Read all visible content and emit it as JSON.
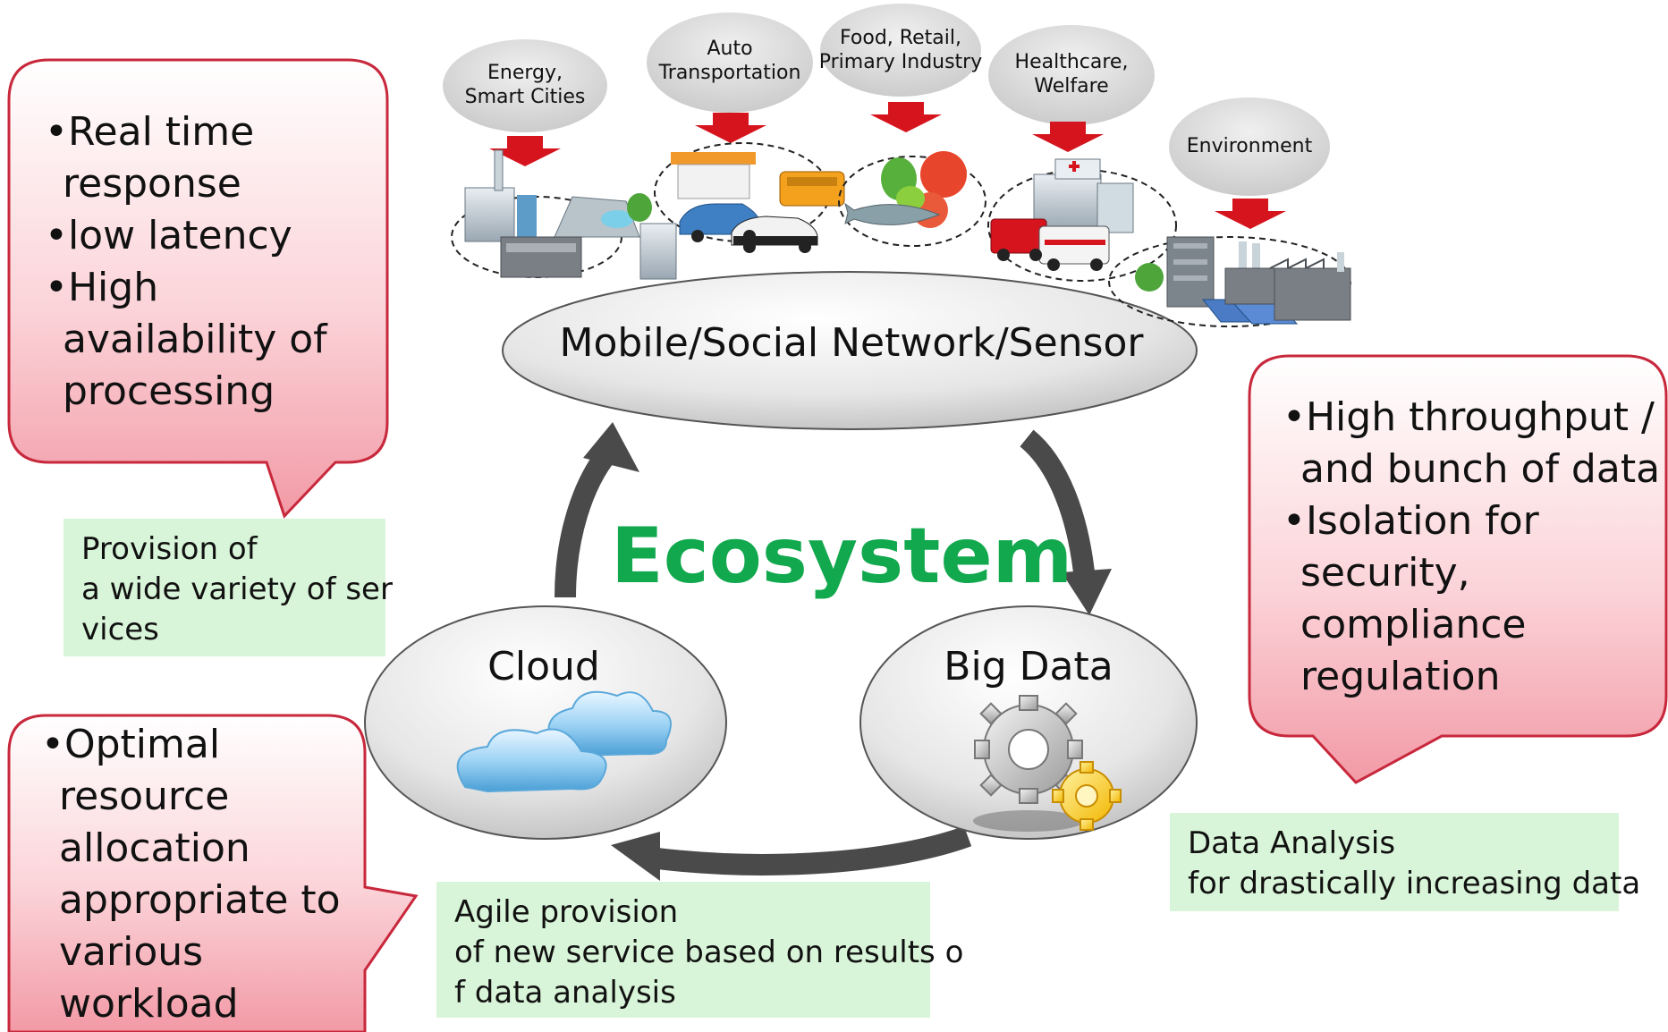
{
  "title": "Ecosystem",
  "hub": {
    "label": "Mobile/Social Network/Sensor"
  },
  "nodes": {
    "cloud": "Cloud",
    "big_data": "Big Data"
  },
  "sectors": [
    {
      "id": "energy",
      "lines": [
        "Energy,",
        "Smart Cities"
      ]
    },
    {
      "id": "auto",
      "lines": [
        "Auto",
        "Transportation"
      ]
    },
    {
      "id": "food",
      "lines": [
        "Food, Retail,",
        "Primary Industry"
      ]
    },
    {
      "id": "health",
      "lines": [
        "Healthcare,",
        "Welfare"
      ]
    },
    {
      "id": "environment",
      "lines": [
        "Environment"
      ]
    }
  ],
  "callouts": {
    "top_left": [
      "•Real time",
      "response",
      "•low latency",
      "•High",
      "availability of",
      "processing"
    ],
    "right": [
      "•High throughput /",
      "and bunch of data",
      "•Isolation for",
      "security,",
      "compliance",
      "regulation"
    ],
    "bottom_left": [
      "•Optimal",
      "resource",
      "allocation",
      "appropriate to",
      "various",
      "workload"
    ]
  },
  "notes": {
    "services": [
      "Provision of",
      "a wide variety of ser",
      "vices"
    ],
    "analysis": [
      "Data Analysis",
      "for drastically increasing data"
    ],
    "agile": [
      "Agile provision",
      "of new service based on results o",
      "f data analysis"
    ]
  },
  "colors": {
    "title_green": "#12a84e",
    "callout_border": "#c8283c",
    "callout_fill_top": "#ffffff",
    "callout_fill_bottom": "#f5aab4",
    "note_fill": "#d9f5d9",
    "arrow_gray": "#4a4a4a",
    "sector_bubble": "#d9d9d9",
    "red_arrow": "#d6141e"
  }
}
